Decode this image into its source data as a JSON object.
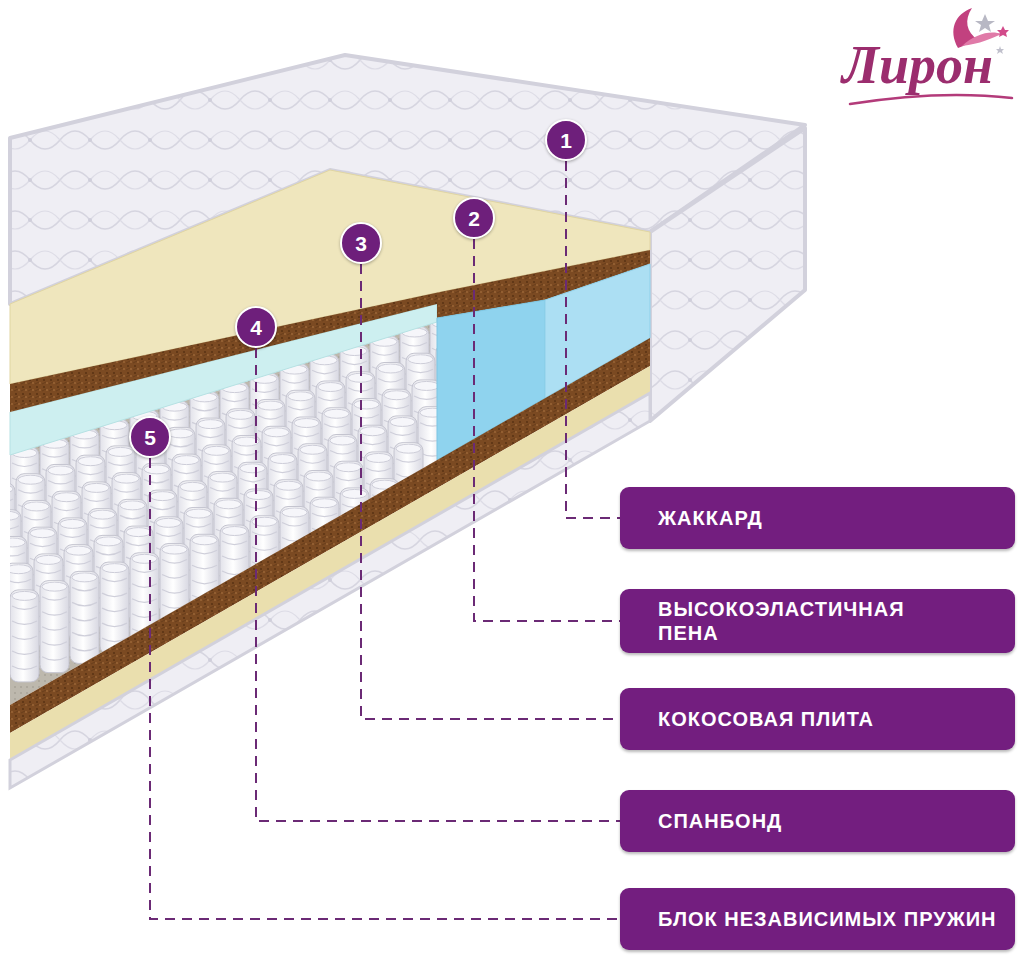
{
  "diagram": {
    "nodes": [
      {
        "text": [
          "1"
        ]
      },
      {
        "text": [
          "2"
        ]
      },
      {
        "text": [
          "3"
        ]
      },
      {
        "text": [
          "4"
        ]
      },
      {
        "text": [
          "5"
        ]
      },
      {
        "text": [
          "ЖАККАРД"
        ]
      },
      {
        "text": [
          "ВЫСОКОЭЛАСТИЧНАЯ ПЕНА"
        ]
      },
      {
        "text": [
          "КОКОСОВАЯ ПЛИТА"
        ]
      },
      {
        "text": [
          "СПАНБОНД"
        ]
      },
      {
        "text": [
          "БЛОК НЕЗАВИСИМЫХ ПРУЖИН"
        ]
      }
    ],
    "edges": [
      {
        "from": 0,
        "to": 5,
        "arrow": "none"
      },
      {
        "from": 1,
        "to": 6,
        "arrow": "none"
      },
      {
        "from": 2,
        "to": 7,
        "arrow": "none"
      },
      {
        "from": 3,
        "to": 8,
        "arrow": "none"
      },
      {
        "from": 4,
        "to": 9,
        "arrow": "none"
      }
    ],
    "labels": [
      "Лирон"
    ]
  }
}
